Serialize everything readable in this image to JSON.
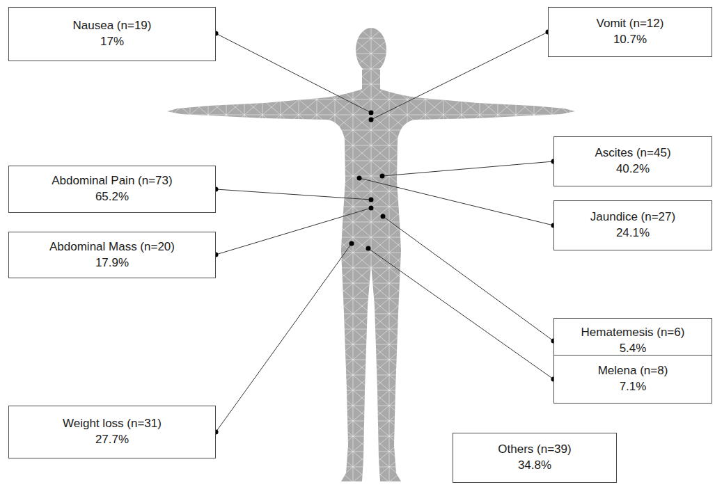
{
  "diagram": {
    "nodes": [
      {
        "text": [
          "Nausea (n=19)",
          "17%"
        ]
      },
      {
        "text": [
          "Vomit (n=12)",
          "10.7%"
        ]
      },
      {
        "text": [
          "Ascites (n=45)",
          "40.2%"
        ]
      },
      {
        "text": [
          "Abdominal Pain (n=73)",
          "65.2%"
        ]
      },
      {
        "text": [
          "Jaundice (n=27)",
          "24.1%"
        ]
      },
      {
        "text": [
          "Abdominal Mass (n=20)",
          "17.9%"
        ]
      },
      {
        "text": [
          "Hematemesis (n=6)",
          "5.4%"
        ]
      },
      {
        "text": [
          "Melena (n=8)",
          "7.1%"
        ]
      },
      {
        "text": [
          "Weight loss (n=31)",
          "27.7%"
        ]
      },
      {
        "text": [
          "Others (n=39)",
          "34.8%"
        ]
      }
    ]
  }
}
